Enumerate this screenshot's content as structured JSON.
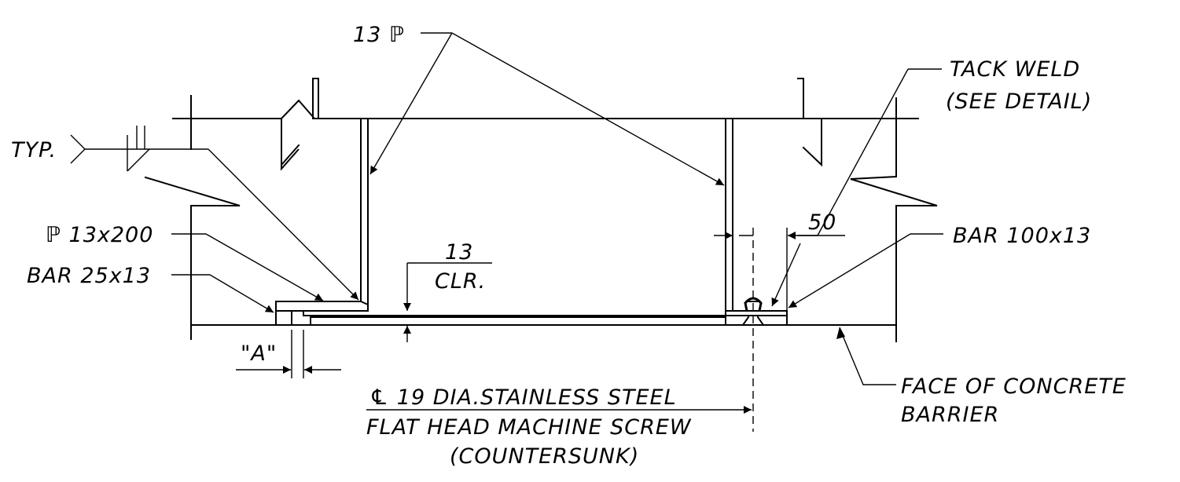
{
  "labels": {
    "plate_callout": "13 ℙ",
    "tack_weld_line1": "TACK WELD",
    "tack_weld_line2": "(SEE DETAIL)",
    "typ": "TYP.",
    "plate_13x200": "ℙ 13x200",
    "bar_25x13": "BAR 25x13",
    "dim_13": "13",
    "clr": "CLR.",
    "dim_50": "50",
    "bar_100x13": "BAR 100x13",
    "dim_a": "\"A\"",
    "screw_line1": "℄ 19 DIA.STAINLESS STEEL",
    "screw_line2": "FLAT HEAD MACHINE SCREW",
    "screw_line3": "(COUNTERSUNK)",
    "face_line1": "FACE OF CONCRETE",
    "face_line2": "BARRIER"
  }
}
